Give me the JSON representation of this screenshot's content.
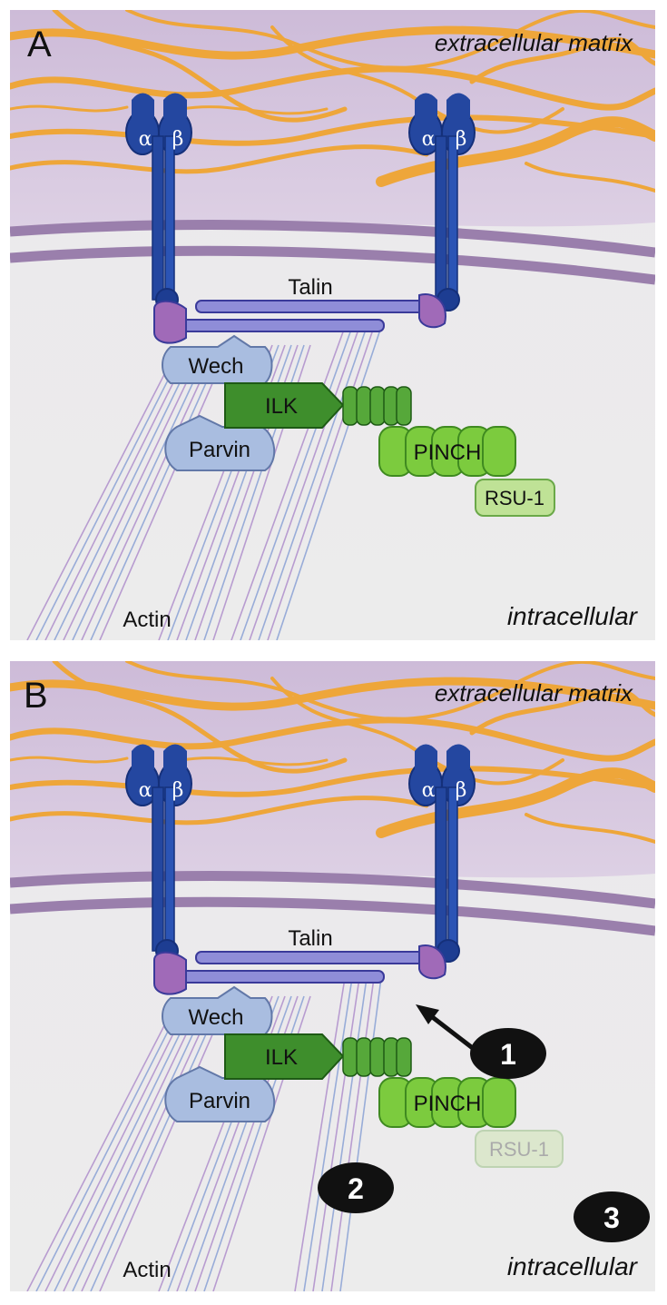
{
  "figure": {
    "panels": [
      {
        "letter": "A",
        "extracellular_label": "extracellular matrix",
        "intracellular_label": "intracellular",
        "integrins": [
          {
            "alpha": "α",
            "beta": "β"
          },
          {
            "alpha": "α",
            "beta": "β"
          }
        ],
        "talin_label": "Talin",
        "wech_label": "Wech",
        "ilk_label": "ILK",
        "parvin_label": "Parvin",
        "pinch_label": "PINCH",
        "rsu1_label": "RSU-1",
        "rsu1_faded": false,
        "actin_label": "Actin",
        "markers": []
      },
      {
        "letter": "B",
        "extracellular_label": "extracellular matrix",
        "intracellular_label": "intracellular",
        "integrins": [
          {
            "alpha": "α",
            "beta": "β"
          },
          {
            "alpha": "α",
            "beta": "β"
          }
        ],
        "talin_label": "Talin",
        "wech_label": "Wech",
        "ilk_label": "ILK",
        "parvin_label": "Parvin",
        "pinch_label": "PINCH",
        "rsu1_label": "RSU-1",
        "rsu1_faded": true,
        "actin_label": "Actin",
        "markers": [
          {
            "label": "1",
            "has_arrow": true
          },
          {
            "label": "2",
            "has_arrow": false
          },
          {
            "label": "3",
            "has_arrow": false
          }
        ]
      }
    ],
    "colors": {
      "ecm_background": "#d9c9e0",
      "cytoplasm_background": "#ebe9ec",
      "membrane": "#9a7fac",
      "fibers": "#eea63a",
      "integrin": "#2447a0",
      "integrin_dark": "#15307a",
      "talin": "#8f8dd8",
      "talin_head": "#a06ab8",
      "wech_parvin": "#a9bde0",
      "ilk": "#3e8e2c",
      "pinch": "#7ccb3e",
      "rsu1": "#bfe296",
      "actin_purple": "#b89cd0",
      "actin_blue": "#98acd8",
      "marker": "#111111"
    }
  }
}
